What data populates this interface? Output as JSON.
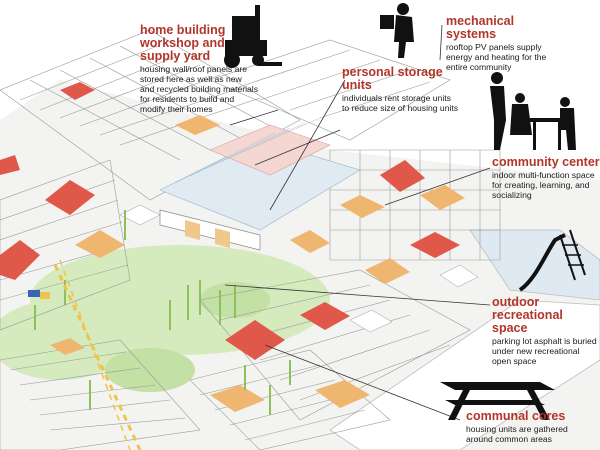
{
  "callouts": [
    {
      "id": "workshop",
      "title": "home building workshop and supply yard",
      "desc": "housing wall/roof panels are stored here as well as new and recycled building materials for residents to build and modify their homes"
    },
    {
      "id": "storage",
      "title": "personal storage units",
      "desc": "individuals rent storage units to reduce size of housing units"
    },
    {
      "id": "mechanical",
      "title": "mechanical systems",
      "desc": "rooftop PV panels supply energy and heating for the entire community"
    },
    {
      "id": "community",
      "title": "community center",
      "desc": "indoor multi-function space for creating, learning, and socializing"
    },
    {
      "id": "recreation",
      "title": "outdoor recreational space",
      "desc": "parking lot asphalt is buried under new recreational open space"
    },
    {
      "id": "cores",
      "title": "communal cores",
      "desc": "housing units are gathered around common areas"
    }
  ],
  "icons": [
    "forklift-icon",
    "worker-carrying-box-icon",
    "people-at-table-icon",
    "slide-icon",
    "picnic-table-icon"
  ],
  "colors": {
    "title": "#b2352a",
    "red_roof": "#e0584a",
    "orange_roof": "#efb66f",
    "green": "#cfe6b3",
    "pv_panels": "#d9e7f2"
  }
}
